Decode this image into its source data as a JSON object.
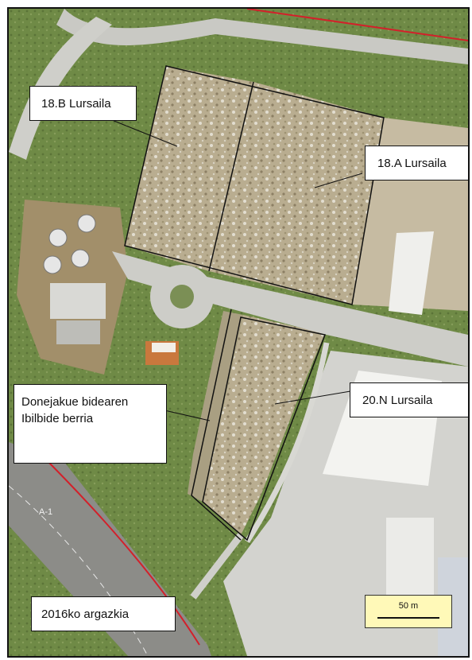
{
  "labels": {
    "plot_18b": "18.B Lursaila",
    "plot_18a": "18.A Lursaila",
    "plot_20n": "20.N Lursaila",
    "donejakue": "Donejakue bidearen Ibilbide berria",
    "photo_year": "2016ko argazkia"
  },
  "scale": {
    "text": "50 m"
  },
  "road": {
    "name": "A-1"
  },
  "colors": {
    "vegetation": "#6f8a46",
    "bare_ground": "#b6aa8d",
    "pavement": "#cfcfcb",
    "building_roof": "#f1f1ee",
    "highway_line": "#d3202a",
    "scale_bg": "#fff9b8"
  }
}
